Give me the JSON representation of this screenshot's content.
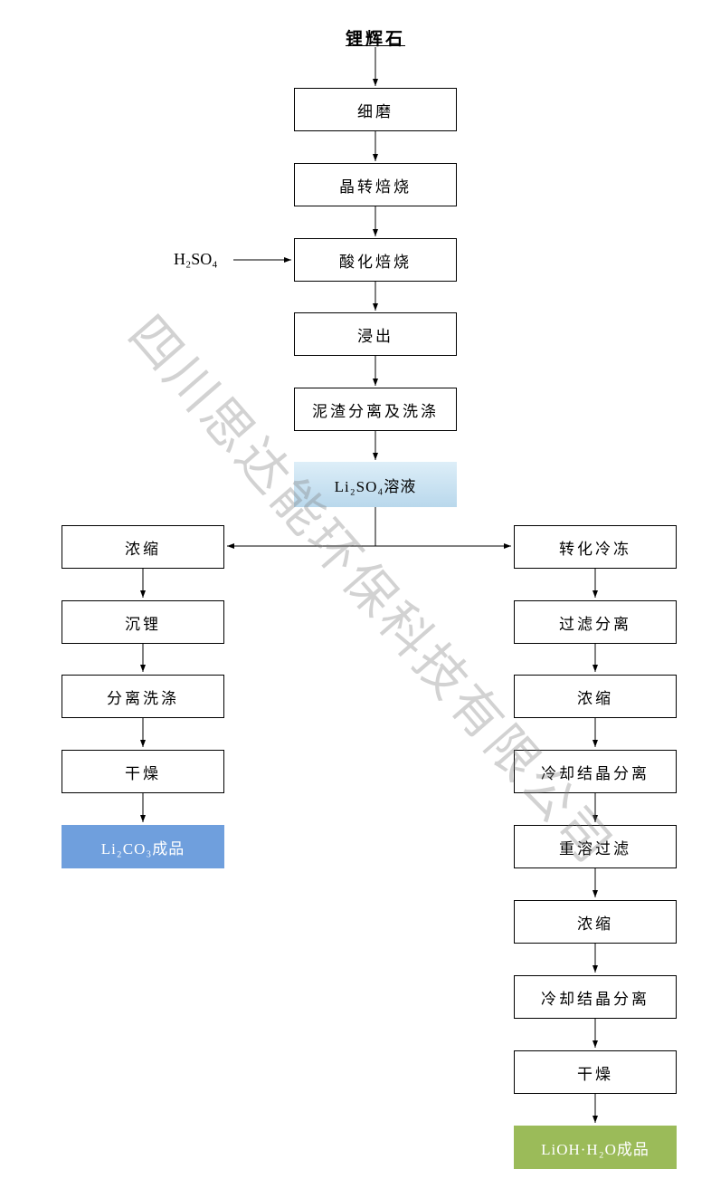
{
  "title": "锂辉石",
  "watermark": "四川思达能环保科技有限公司",
  "reagent": {
    "label": "H₂SO₄"
  },
  "main_flow": [
    {
      "label": "细磨"
    },
    {
      "label": "晶转焙烧"
    },
    {
      "label": "酸化焙烧"
    },
    {
      "label": "浸出"
    },
    {
      "label": "泥渣分离及洗涤"
    },
    {
      "label": "Li₂SO₄溶液",
      "type": "solution"
    }
  ],
  "left_branch": [
    {
      "label": "浓缩"
    },
    {
      "label": "沉锂"
    },
    {
      "label": "分离洗涤"
    },
    {
      "label": "干燥"
    },
    {
      "label": "Li₂CO₃成品",
      "type": "product"
    }
  ],
  "right_branch": [
    {
      "label": "转化冷冻"
    },
    {
      "label": "过滤分离"
    },
    {
      "label": "浓缩"
    },
    {
      "label": "冷却结晶分离"
    },
    {
      "label": "重溶过滤"
    },
    {
      "label": "浓缩"
    },
    {
      "label": "冷却结晶分离"
    },
    {
      "label": "干燥"
    },
    {
      "label": "LiOH·H₂O成品",
      "type": "product"
    }
  ],
  "colors": {
    "box_border": "#000000",
    "solution_fill_top": "#ddeef8",
    "solution_fill_bottom": "#b9d8ec",
    "li2co3_product_fill": "#6f9fdd",
    "lioh_product_fill": "#9bbb59",
    "product_text": "#ffffff",
    "watermark_gray": "#7d7d7d"
  }
}
